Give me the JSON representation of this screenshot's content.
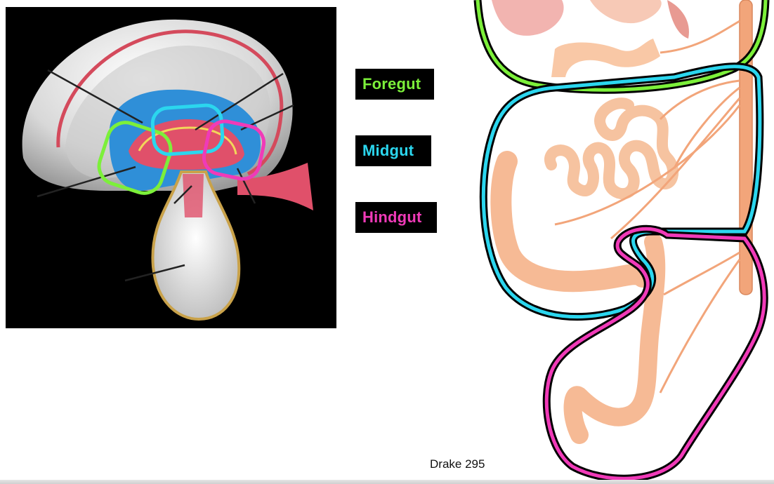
{
  "legend": {
    "foregut": {
      "label": "Foregut",
      "color": "#7CF03A"
    },
    "midgut": {
      "label": "Midgut",
      "color": "#2BD6EE"
    },
    "hindgut": {
      "label": "Hindgut",
      "color": "#F03AB8"
    }
  },
  "citation": "Drake 295",
  "colors": {
    "artery": "#F2A57A",
    "gut": "#F9C8A6",
    "embryo_background": "#000000",
    "embryo_membrane": "#D44A5C",
    "embryo_cavity": "#2F8FD8"
  }
}
